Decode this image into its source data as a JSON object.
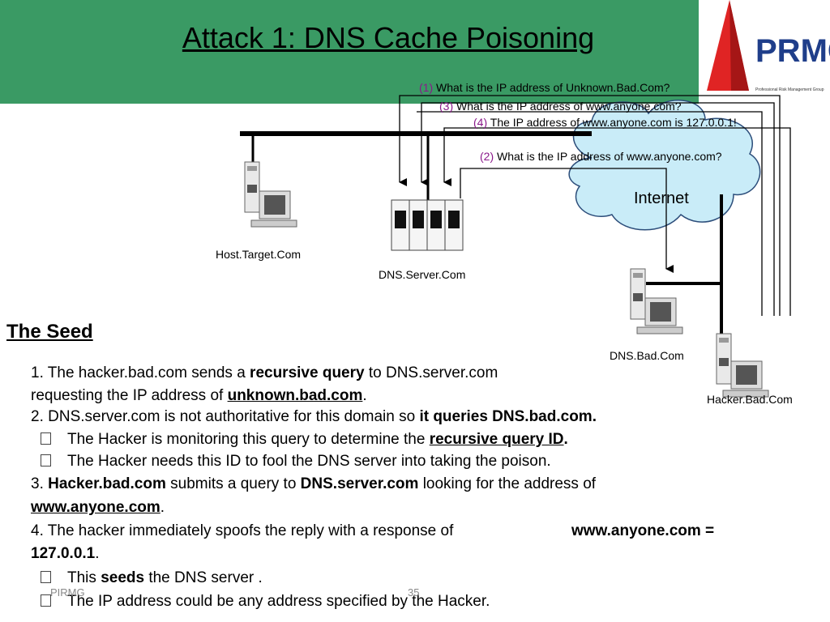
{
  "slide": {
    "title": "Attack 1: DNS Cache Poisoning",
    "logo_text": "PRMG",
    "logo_subtext": "Professional Risk Management Group"
  },
  "diagram": {
    "q1_num": "(1)",
    "q1_text": " What is the IP address of Unknown.Bad.Com?",
    "q3_num": "(3)",
    "q3_text": " What is the IP address of www.anyone.com?",
    "q4_num": "(4)",
    "q4_text": " The IP address of www.anyone.com is 127.0.0.1!",
    "q2_num": "(2)",
    "q2_text": " What is the IP address of www.anyone.com?",
    "internet": "Internet",
    "host_target": "Host.Target.Com",
    "dns_server": "DNS.Server.Com",
    "dns_bad": "DNS.Bad.Com",
    "hacker_bad": "Hacker.Bad.Com"
  },
  "body": {
    "heading": "The Seed",
    "p1_a": "1. The hacker.bad.com sends a ",
    "p1_b": "recursive query",
    "p1_c": " to DNS.server.com",
    "p1_d": "requesting the IP address of ",
    "p1_e": "unknown.bad.com",
    "p1_f": ".",
    "p2_a": "2. DNS.server.com is not authoritative for this domain so ",
    "p2_b": "it queries DNS.bad.com.",
    "b1_a": "The Hacker is monitoring this query to determine the ",
    "b1_b": "recursive query ID",
    "b1_c": ".",
    "b2": "The Hacker needs this ID to fool the DNS server into taking the poison.",
    "p3_a": "3.  ",
    "p3_b": "Hacker.bad.com",
    "p3_c": " submits a query to ",
    "p3_d": "DNS.server.com",
    "p3_e": " looking for the address of",
    "p3_f": "www.anyone.com",
    "p3_g": ".",
    "p4_a": "4. The hacker immediately spoofs the reply with a response of",
    "p4_b": "www.anyone.com =",
    "p4_c": "127.0.0.1",
    "p4_d": ".",
    "b3_a": "This ",
    "b3_b": "seeds",
    "b3_c": " the DNS server .",
    "b4": "The IP address could be any address specified by the Hacker."
  },
  "footer": {
    "left": "PIRMG",
    "page": "35"
  }
}
